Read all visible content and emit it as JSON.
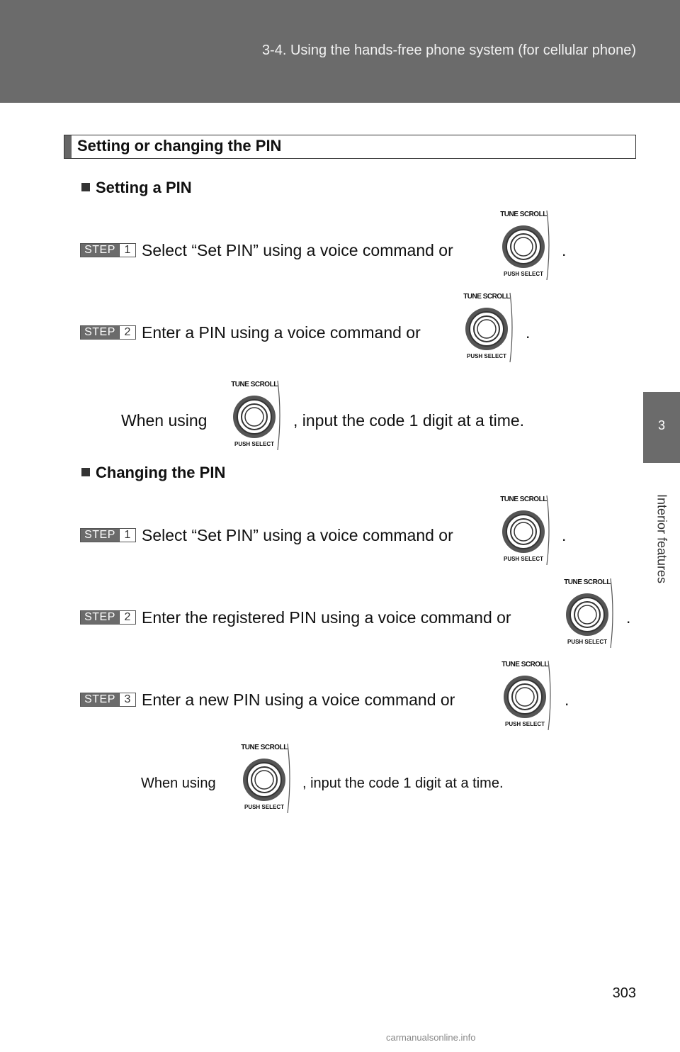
{
  "header": {
    "title": "3-4. Using the hands-free phone system (for cellular phone)"
  },
  "side_tab": {
    "number": "3",
    "label": "Interior features"
  },
  "section": {
    "title": "Setting or changing the PIN"
  },
  "dial": {
    "top_label": "TUNE SCROLL",
    "bottom_label": "PUSH SELECT"
  },
  "setting": {
    "title": "Setting a PIN",
    "steps": [
      {
        "word": "STEP",
        "num": "1",
        "text": "Select “Set PIN” using a voice command or",
        "end": "."
      },
      {
        "word": "STEP",
        "num": "2",
        "text": "Enter a PIN using a voice command or",
        "end": "."
      }
    ],
    "note_before": "When using",
    "note_after": ", input the code 1 digit at a time."
  },
  "changing": {
    "title": "Changing the PIN",
    "steps": [
      {
        "word": "STEP",
        "num": "1",
        "text": "Select “Set PIN” using a voice command or",
        "end": "."
      },
      {
        "word": "STEP",
        "num": "2",
        "text": "Enter the registered PIN using a voice command or",
        "end": "."
      },
      {
        "word": "STEP",
        "num": "3",
        "text": "Enter a new PIN using a voice command or",
        "end": "."
      }
    ],
    "note_before": "When using",
    "note_after": ", input the code 1 digit at a time."
  },
  "page_number": "303",
  "watermark": "carmanualsonline.info"
}
